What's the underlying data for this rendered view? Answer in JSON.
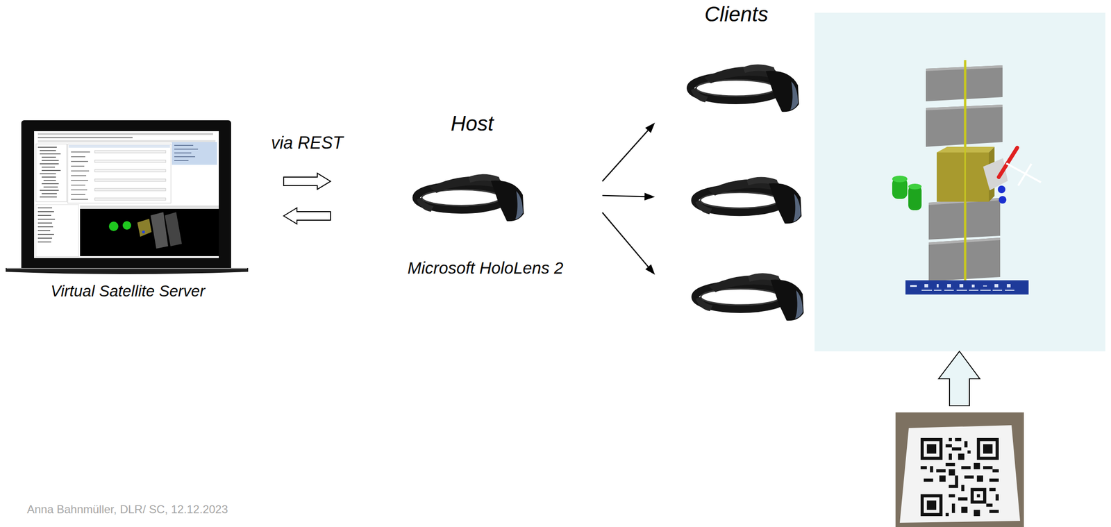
{
  "diagram": {
    "nodes": [
      {
        "text": [
          "Virtual Satellite Server"
        ]
      },
      {
        "text": [
          "Host",
          "Microsoft HoloLens 2"
        ]
      },
      {
        "text": [
          "Clients"
        ]
      }
    ],
    "edges": [
      {
        "from": 0,
        "to": 1,
        "arrow": "to",
        "label": "via REST"
      },
      {
        "from": 1,
        "to": 0,
        "arrow": "to"
      },
      {
        "from": 1,
        "to": 2,
        "arrow": "to"
      },
      {
        "from": 1,
        "to": 2,
        "arrow": "to"
      },
      {
        "from": 1,
        "to": 2,
        "arrow": "to"
      }
    ],
    "labels": [
      "Anna Bahnmüller, DLR/ SC, 12.12.2023"
    ]
  }
}
